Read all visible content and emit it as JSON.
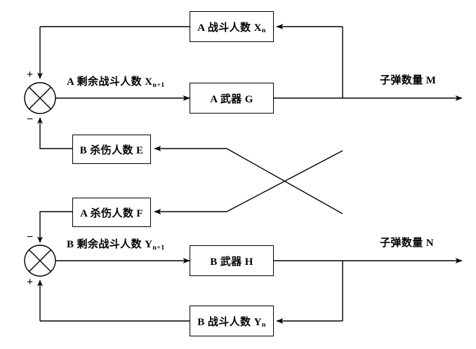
{
  "diagram": {
    "title": "Lanchester combat feedback block diagram",
    "stroke_color": "#000000",
    "background_color": "#ffffff",
    "blocks": [
      {
        "id": "xn",
        "label_prefix": "A 战斗人数 X",
        "label_sub": "n",
        "label_full": "A 战斗人数 Xn"
      },
      {
        "id": "ga",
        "label_prefix": "A 武器 G",
        "label_sub": "",
        "label_full": "A 武器 G"
      },
      {
        "id": "eb",
        "label_prefix": "B 杀伤人数 E",
        "label_sub": "",
        "label_full": "B 杀伤人数 E"
      },
      {
        "id": "fa",
        "label_prefix": "A 杀伤人数 F",
        "label_sub": "",
        "label_full": "A 杀伤人数 F"
      },
      {
        "id": "hb",
        "label_prefix": "B 武器 H",
        "label_sub": "",
        "label_full": "B 武器 H"
      },
      {
        "id": "yn",
        "label_prefix": "B 战斗人数 Y",
        "label_sub": "n",
        "label_full": "B 战斗人数 Yn"
      }
    ],
    "signals": [
      {
        "id": "xn1",
        "text_prefix": "A 剩余战斗人数 X",
        "text_sub": "n+1",
        "text_full": "A 剩余战斗人数 Xn+1"
      },
      {
        "id": "yn1",
        "text_prefix": "B 剩余战斗人数 Y",
        "text_sub": "n+1",
        "text_full": "B 剩余战斗人数 Yn+1"
      },
      {
        "id": "m",
        "text_prefix": "子弹数量 M",
        "text_sub": "",
        "text_full": "子弹数量 M"
      },
      {
        "id": "n",
        "text_prefix": "子弹数量 N",
        "text_sub": "",
        "text_full": "子弹数量 N"
      }
    ],
    "summing_junctions": [
      {
        "id": "sum-a",
        "top_sign": "+",
        "bottom_sign": "−"
      },
      {
        "id": "sum-b",
        "top_sign": "−",
        "bottom_sign": "+"
      }
    ]
  }
}
